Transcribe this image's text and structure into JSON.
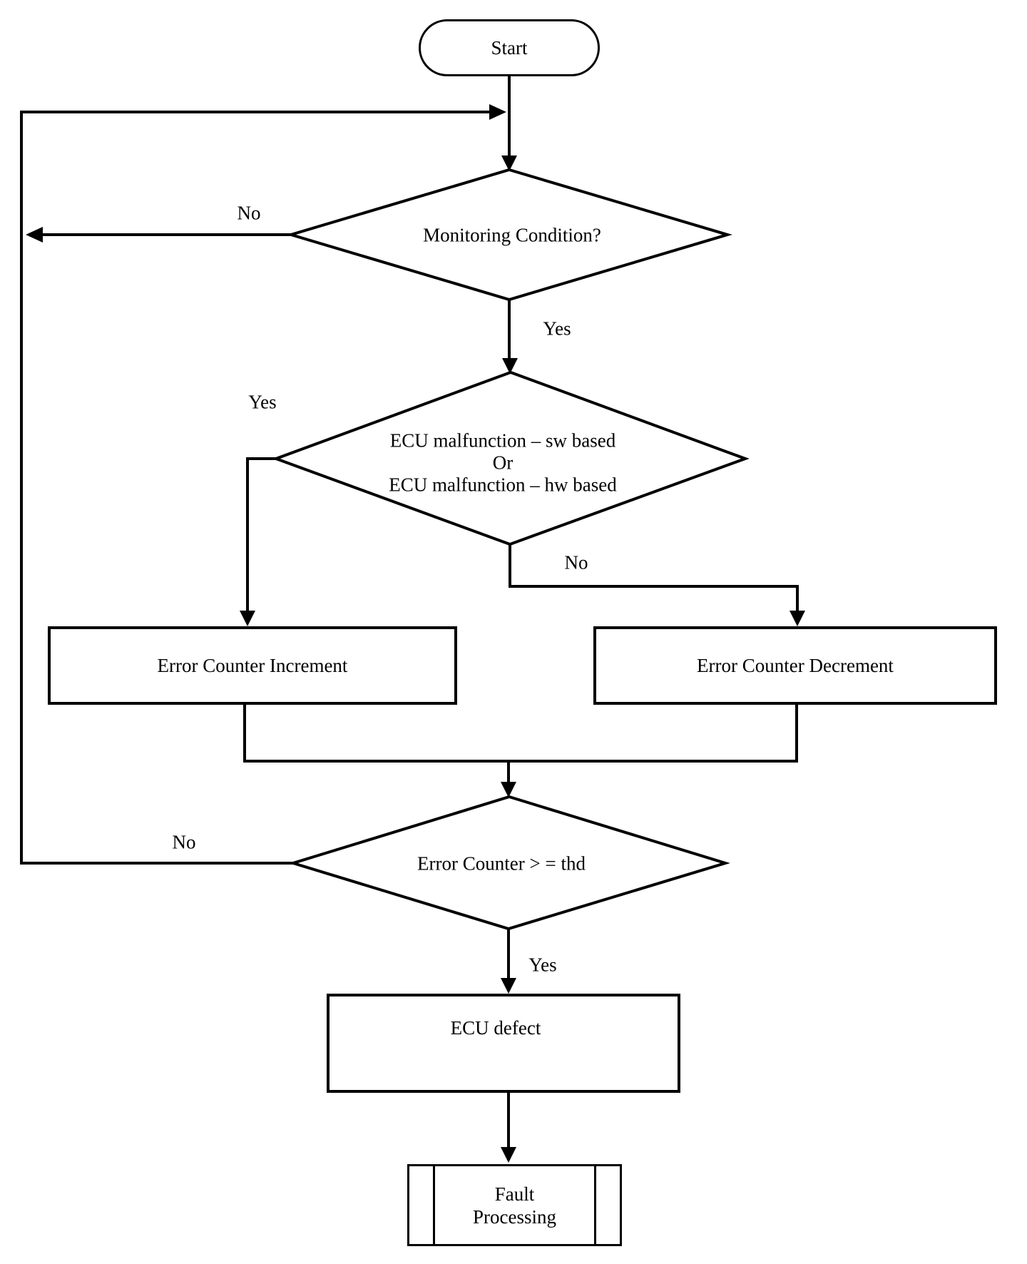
{
  "diagram": {
    "nodes": {
      "start": {
        "type": "terminator",
        "label": "Start"
      },
      "monitoring": {
        "type": "decision",
        "label": "Monitoring Condition?"
      },
      "malfunction": {
        "type": "decision",
        "lines": [
          "ECU malfunction – sw based",
          "Or",
          "ECU malfunction – hw based"
        ]
      },
      "increment": {
        "type": "process",
        "label": "Error Counter Increment"
      },
      "decrement": {
        "type": "process",
        "label": "Error Counter Decrement"
      },
      "threshold": {
        "type": "decision",
        "label": "Error Counter > = thd"
      },
      "defect": {
        "type": "process",
        "label": "ECU defect"
      },
      "fault": {
        "type": "predefined-process",
        "lines": [
          "Fault",
          "Processing"
        ]
      }
    },
    "edges": {
      "monitoring_no": "No",
      "monitoring_yes": "Yes",
      "malfunction_yes": "Yes",
      "malfunction_no": "No",
      "threshold_no": "No",
      "threshold_yes": "Yes"
    },
    "colors": {
      "stroke": "#000000",
      "background": "#ffffff"
    }
  }
}
